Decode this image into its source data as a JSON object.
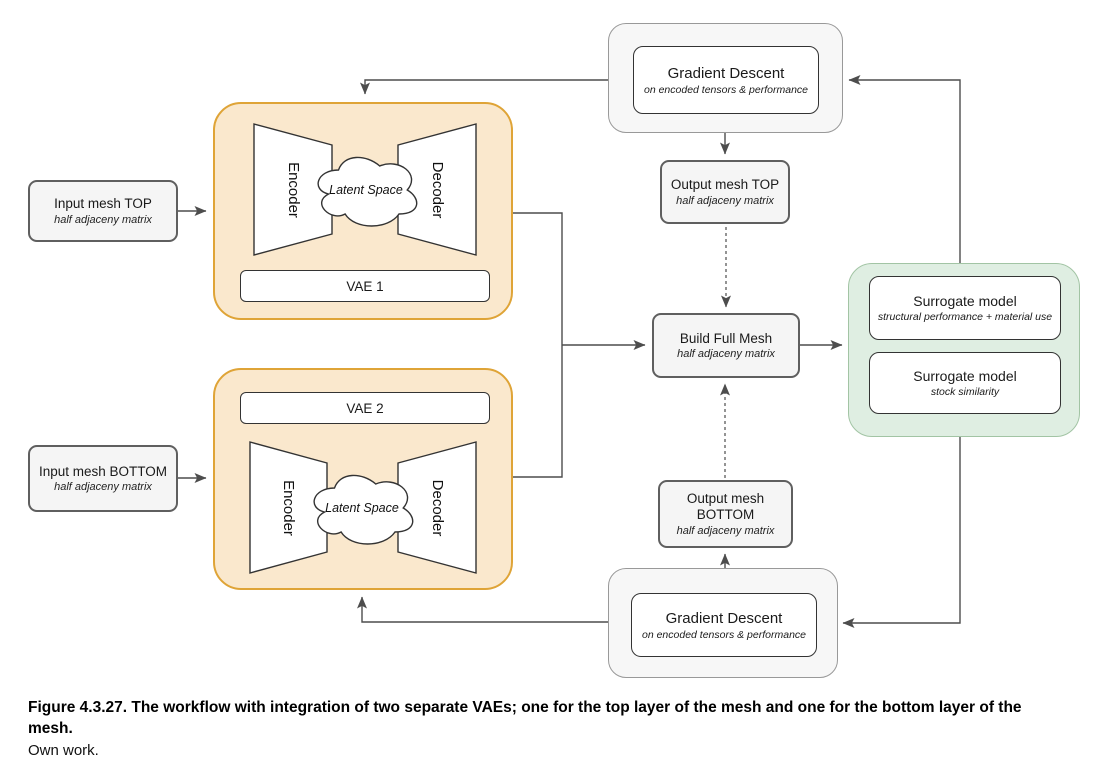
{
  "nodes": {
    "input_top": {
      "title": "Input mesh TOP",
      "subtitle": "half adjaceny matrix"
    },
    "input_bottom": {
      "title": "Input mesh BOTTOM",
      "subtitle": "half adjaceny matrix"
    },
    "vae1": {
      "label": "VAE 1",
      "encoder": "Encoder",
      "decoder": "Decoder",
      "latent": "Latent Space"
    },
    "vae2": {
      "label": "VAE 2",
      "encoder": "Encoder",
      "decoder": "Decoder",
      "latent": "Latent Space"
    },
    "gd_top": {
      "title": "Gradient Descent",
      "subtitle": "on encoded tensors & performance"
    },
    "gd_bottom": {
      "title": "Gradient Descent",
      "subtitle": "on encoded tensors & performance"
    },
    "output_top": {
      "title": "Output mesh TOP",
      "subtitle": "half adjaceny matrix"
    },
    "output_bottom": {
      "title": "Output mesh BOTTOM",
      "subtitle": "half adjaceny matrix"
    },
    "build": {
      "title": "Build Full Mesh",
      "subtitle": "half adjaceny matrix"
    },
    "surrogate1": {
      "title": "Surrogate model",
      "subtitle": "structural performance + material use"
    },
    "surrogate2": {
      "title": "Surrogate model",
      "subtitle": "stock similarity"
    }
  },
  "caption": {
    "text": "Figure 4.3.27. The workflow with integration of two separate VAEs; one for the top layer of the mesh and one for the bottom layer of the mesh.",
    "credit": "Own work."
  },
  "colors": {
    "orange_fill": "#FAE8CD",
    "orange_border": "#DFA437",
    "green_fill": "#DFEEE2",
    "green_border": "#A2C4A4",
    "gray_fill": "#F5F5F5",
    "gray_border": "#5F5F5F",
    "line": "#4D4D4D"
  }
}
